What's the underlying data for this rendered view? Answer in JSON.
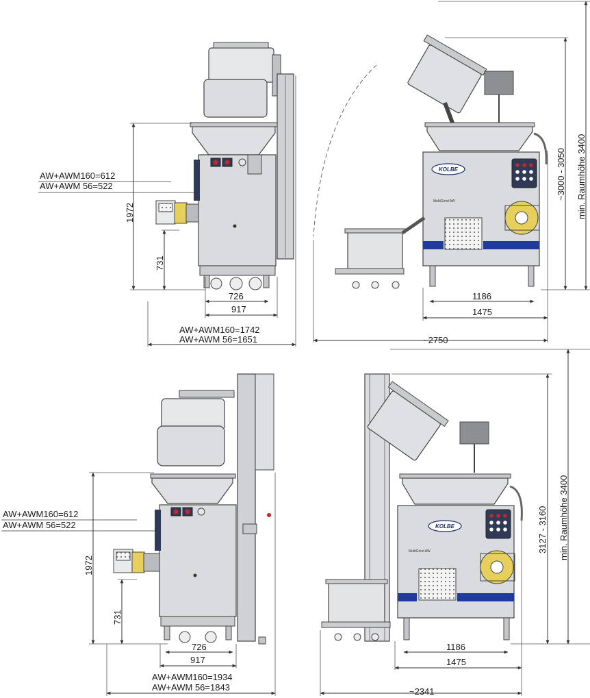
{
  "colors": {
    "machine_body": "#d9dbde",
    "machine_dark": "#8a8d91",
    "accent_blue": "#1f3c9a",
    "panel_dark": "#2f3a57",
    "button_red": "#c0282b",
    "motor_yellow": "#e6cf5a",
    "screen_grey": "#8d8f92",
    "line": "#3a3a3a"
  },
  "brand": {
    "logo": "KOLBE",
    "model_mark": "MultiGrind AW"
  },
  "views": {
    "top_left": {
      "opt_upper": "AW+AWM160=612",
      "opt_lower": "AW+AWM  56=522",
      "height_total": "1972",
      "height_outlet": "731",
      "width_inner": "726",
      "width_outer": "917",
      "total_a": "AW+AWM160=1742",
      "total_b": "AW+AWM  56=1651"
    },
    "top_right": {
      "room_height": "min. Raumhöhe 3400",
      "tilt_height": "~3000 - 3050",
      "width_inner": "1186",
      "width_outer": "1475",
      "width_total": "~2750"
    },
    "bottom_left": {
      "opt_upper": "AW+AWM160=612",
      "opt_lower": "AW+AWM  56=522",
      "height_total": "1972",
      "height_outlet": "731",
      "width_inner": "726",
      "width_outer": "917",
      "total_a": "AW+AWM160=1934",
      "total_b": "AW+AWM  56=1843"
    },
    "bottom_right": {
      "room_height": "min. Raumhöhe 3400",
      "tilt_height": "3127 - 3160",
      "width_inner": "1186",
      "width_outer": "1475",
      "width_total": "~2341"
    }
  }
}
